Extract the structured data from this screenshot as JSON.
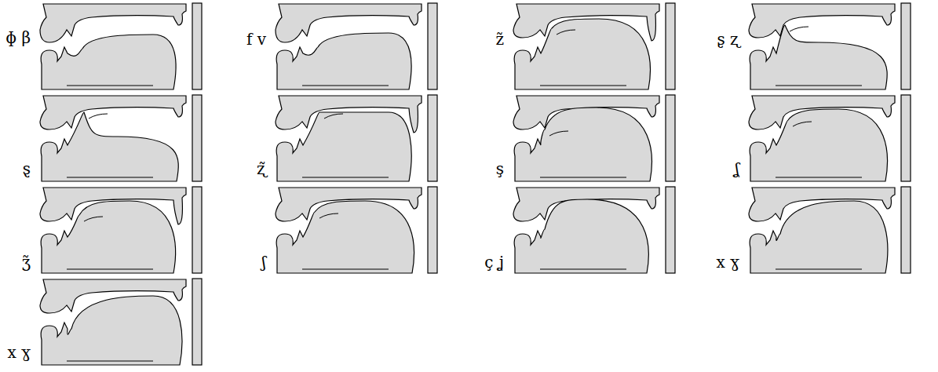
{
  "diagram": {
    "labels": [
      "ɸ β",
      "f v",
      "z̃",
      "ʂ ʐ",
      "ȿ",
      "ʐ̃",
      "ş",
      "ʆ",
      "ʒ̃",
      "ʃ",
      "ç ʝ",
      "x ɣ",
      "x ɣ"
    ]
  }
}
